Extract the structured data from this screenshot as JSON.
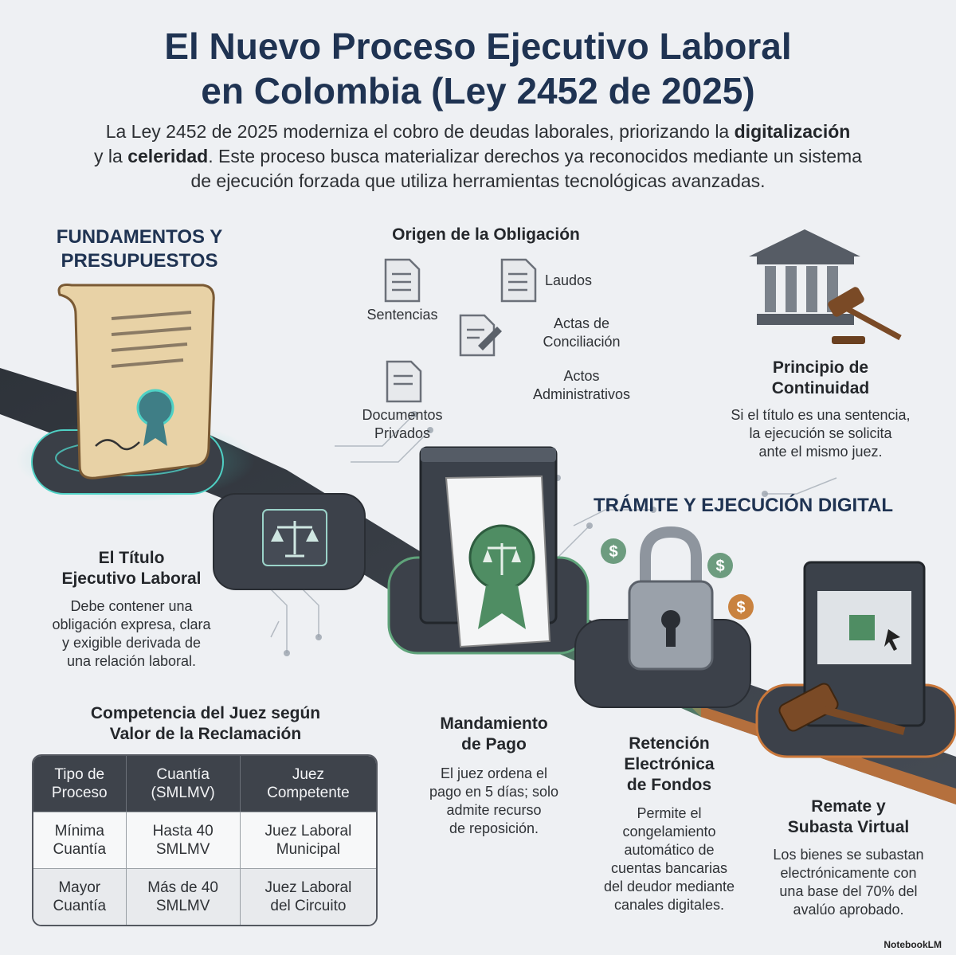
{
  "title": {
    "line1": "El Nuevo Proceso Ejecutivo Laboral",
    "line2": "en Colombia (Ley 2452 de 2025)"
  },
  "intro": {
    "p1": "La Ley 2452 de 2025 moderniza el cobro de deudas laborales, priorizando la ",
    "b1": "digitalización",
    "p2": "y la ",
    "b2": "celeridad",
    "p3": ". Este proceso busca materializar derechos ya reconocidos mediante un sistema",
    "p4": "de ejecución forzada que utiliza herramientas tecnológicas avanzadas."
  },
  "fundamentos": {
    "heading_l1": "FUNDAMENTOS Y",
    "heading_l2": "PRESUPUESTOS"
  },
  "origen": {
    "heading": "Origen de la Obligación",
    "items": {
      "sentencias": "Sentencias",
      "laudos": "Laudos",
      "actas_l1": "Actas de",
      "actas_l2": "Conciliación",
      "actos_l1": "Actos",
      "actos_l2": "Administrativos",
      "docs_l1": "Documentos",
      "docs_l2": "Privados"
    }
  },
  "principio": {
    "heading_l1": "Principio de",
    "heading_l2": "Continuidad",
    "text_l1": "Si el título es una sentencia,",
    "text_l2": "la ejecución se solicita",
    "text_l3": "ante el mismo juez."
  },
  "titulo": {
    "heading_l1": "El Título",
    "heading_l2": "Ejecutivo Laboral",
    "text_l1": "Debe contener una",
    "text_l2": "obligación expresa, clara",
    "text_l3": "y exigible derivada de",
    "text_l4": "una relación laboral."
  },
  "tramite": {
    "heading": "TRÁMITE Y EJECUCIÓN DIGITAL"
  },
  "mandamiento": {
    "heading_l1": "Mandamiento",
    "heading_l2": "de Pago",
    "text_l1": "El juez ordena el",
    "text_l2": "pago en 5 días; solo",
    "text_l3": "admite recurso",
    "text_l4": "de reposición."
  },
  "retencion": {
    "heading_l1": "Retención",
    "heading_l2": "Electrónica",
    "heading_l3": "de Fondos",
    "text_l1": "Permite el",
    "text_l2": "congelamiento",
    "text_l3": "automático de",
    "text_l4": "cuentas bancarias",
    "text_l5": "del deudor mediante",
    "text_l6": "canales digitales."
  },
  "remate": {
    "heading_l1": "Remate y",
    "heading_l2": "Subasta Virtual",
    "text_l1": "Los bienes se subastan",
    "text_l2": "electrónicamente con",
    "text_l3": "una base del 70% del",
    "text_l4": "avalúo aprobado."
  },
  "competencia": {
    "heading_l1": "Competencia del Juez según",
    "heading_l2": "Valor de la Reclamación",
    "headers": [
      {
        "l1": "Tipo de",
        "l2": "Proceso"
      },
      {
        "l1": "Cuantía",
        "l2": "(SMLMV)"
      },
      {
        "l1": "Juez",
        "l2": "Competente"
      }
    ],
    "rows": [
      [
        {
          "l1": "Mínima",
          "l2": "Cuantía"
        },
        {
          "l1": "Hasta 40",
          "l2": "SMLMV"
        },
        {
          "l1": "Juez Laboral",
          "l2": "Municipal"
        }
      ],
      [
        {
          "l1": "Mayor",
          "l2": "Cuantía"
        },
        {
          "l1": "Más de 40",
          "l2": "SMLMV"
        },
        {
          "l1": "Juez Laboral",
          "l2": "del Circuito"
        }
      ]
    ]
  },
  "brand": "NotebookLM",
  "colors": {
    "title": "#1f3352",
    "road": "#3a3f47",
    "green_glow": "#5fa37a",
    "orange_glow": "#c9773a",
    "teal_glow": "#4fd1c5"
  },
  "icons": [
    "document-icon",
    "scroll-icon",
    "courthouse-icon",
    "gavel-icon",
    "scales-icon",
    "padlock-icon",
    "dollar-coin-icon",
    "browser-window-icon",
    "signature-pen-icon"
  ]
}
